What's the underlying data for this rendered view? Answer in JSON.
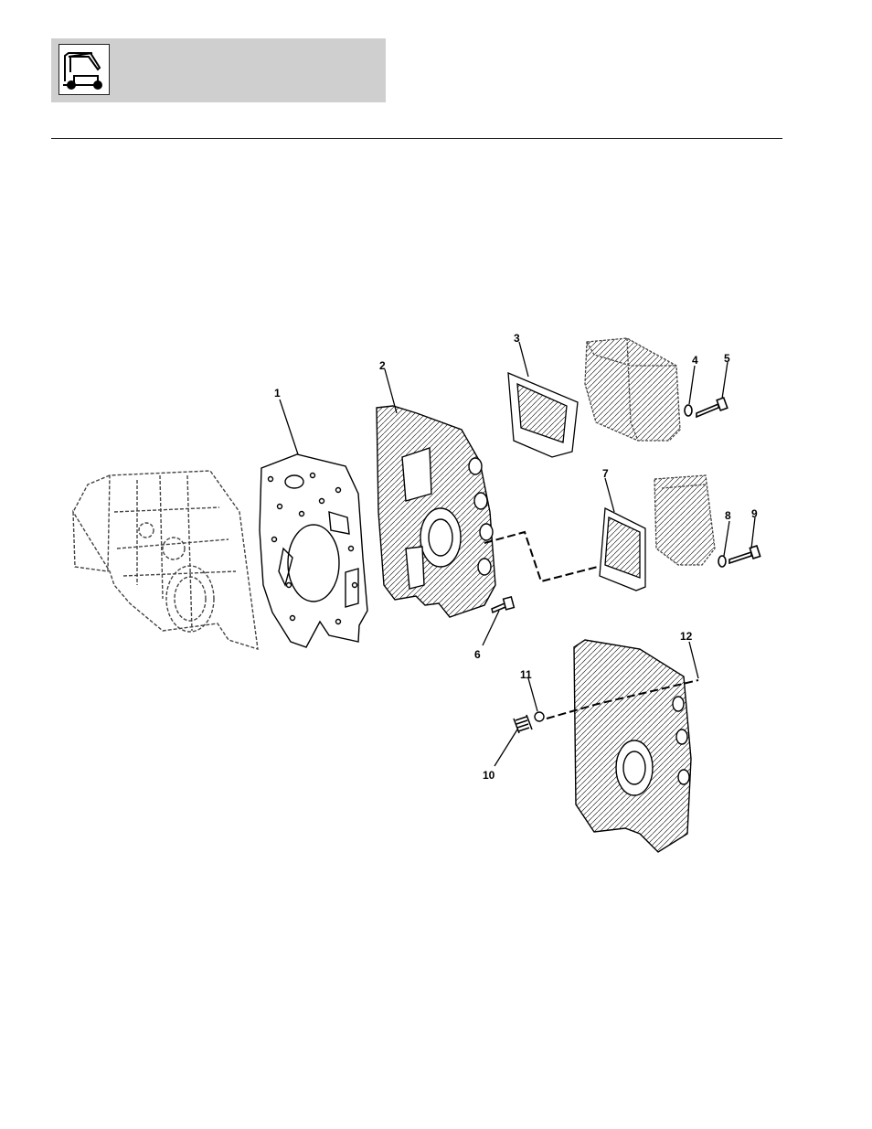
{
  "header": {
    "icon": "loader-vehicle-icon"
  },
  "diagram": {
    "callouts": [
      "1",
      "2",
      "3",
      "4",
      "5",
      "6",
      "7",
      "8",
      "9",
      "10",
      "11",
      "12"
    ]
  }
}
